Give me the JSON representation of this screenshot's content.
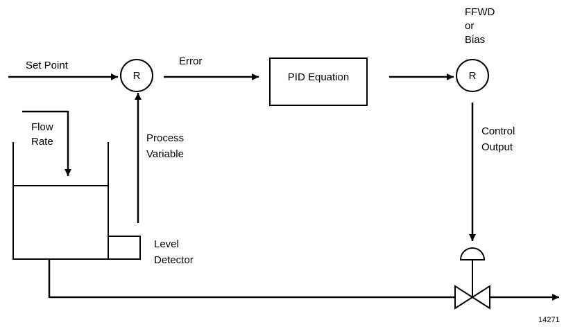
{
  "labels": {
    "set_point": "Set Point",
    "error": "Error",
    "pid_block": "PID Equation",
    "ffwd_line1": "FFWD",
    "ffwd_line2": "or",
    "ffwd_line3": "Bias",
    "summer_letter": "R",
    "flow_line1": "Flow",
    "flow_line2": "Rate",
    "pv_line1": "Process",
    "pv_line2": "Variable",
    "co_line1": "Control",
    "co_line2": "Output",
    "level_line1": "Level",
    "level_line2": "Detector",
    "figure_number": "14271"
  },
  "colors": {
    "stroke": "#000000",
    "background": "#ffffff"
  }
}
